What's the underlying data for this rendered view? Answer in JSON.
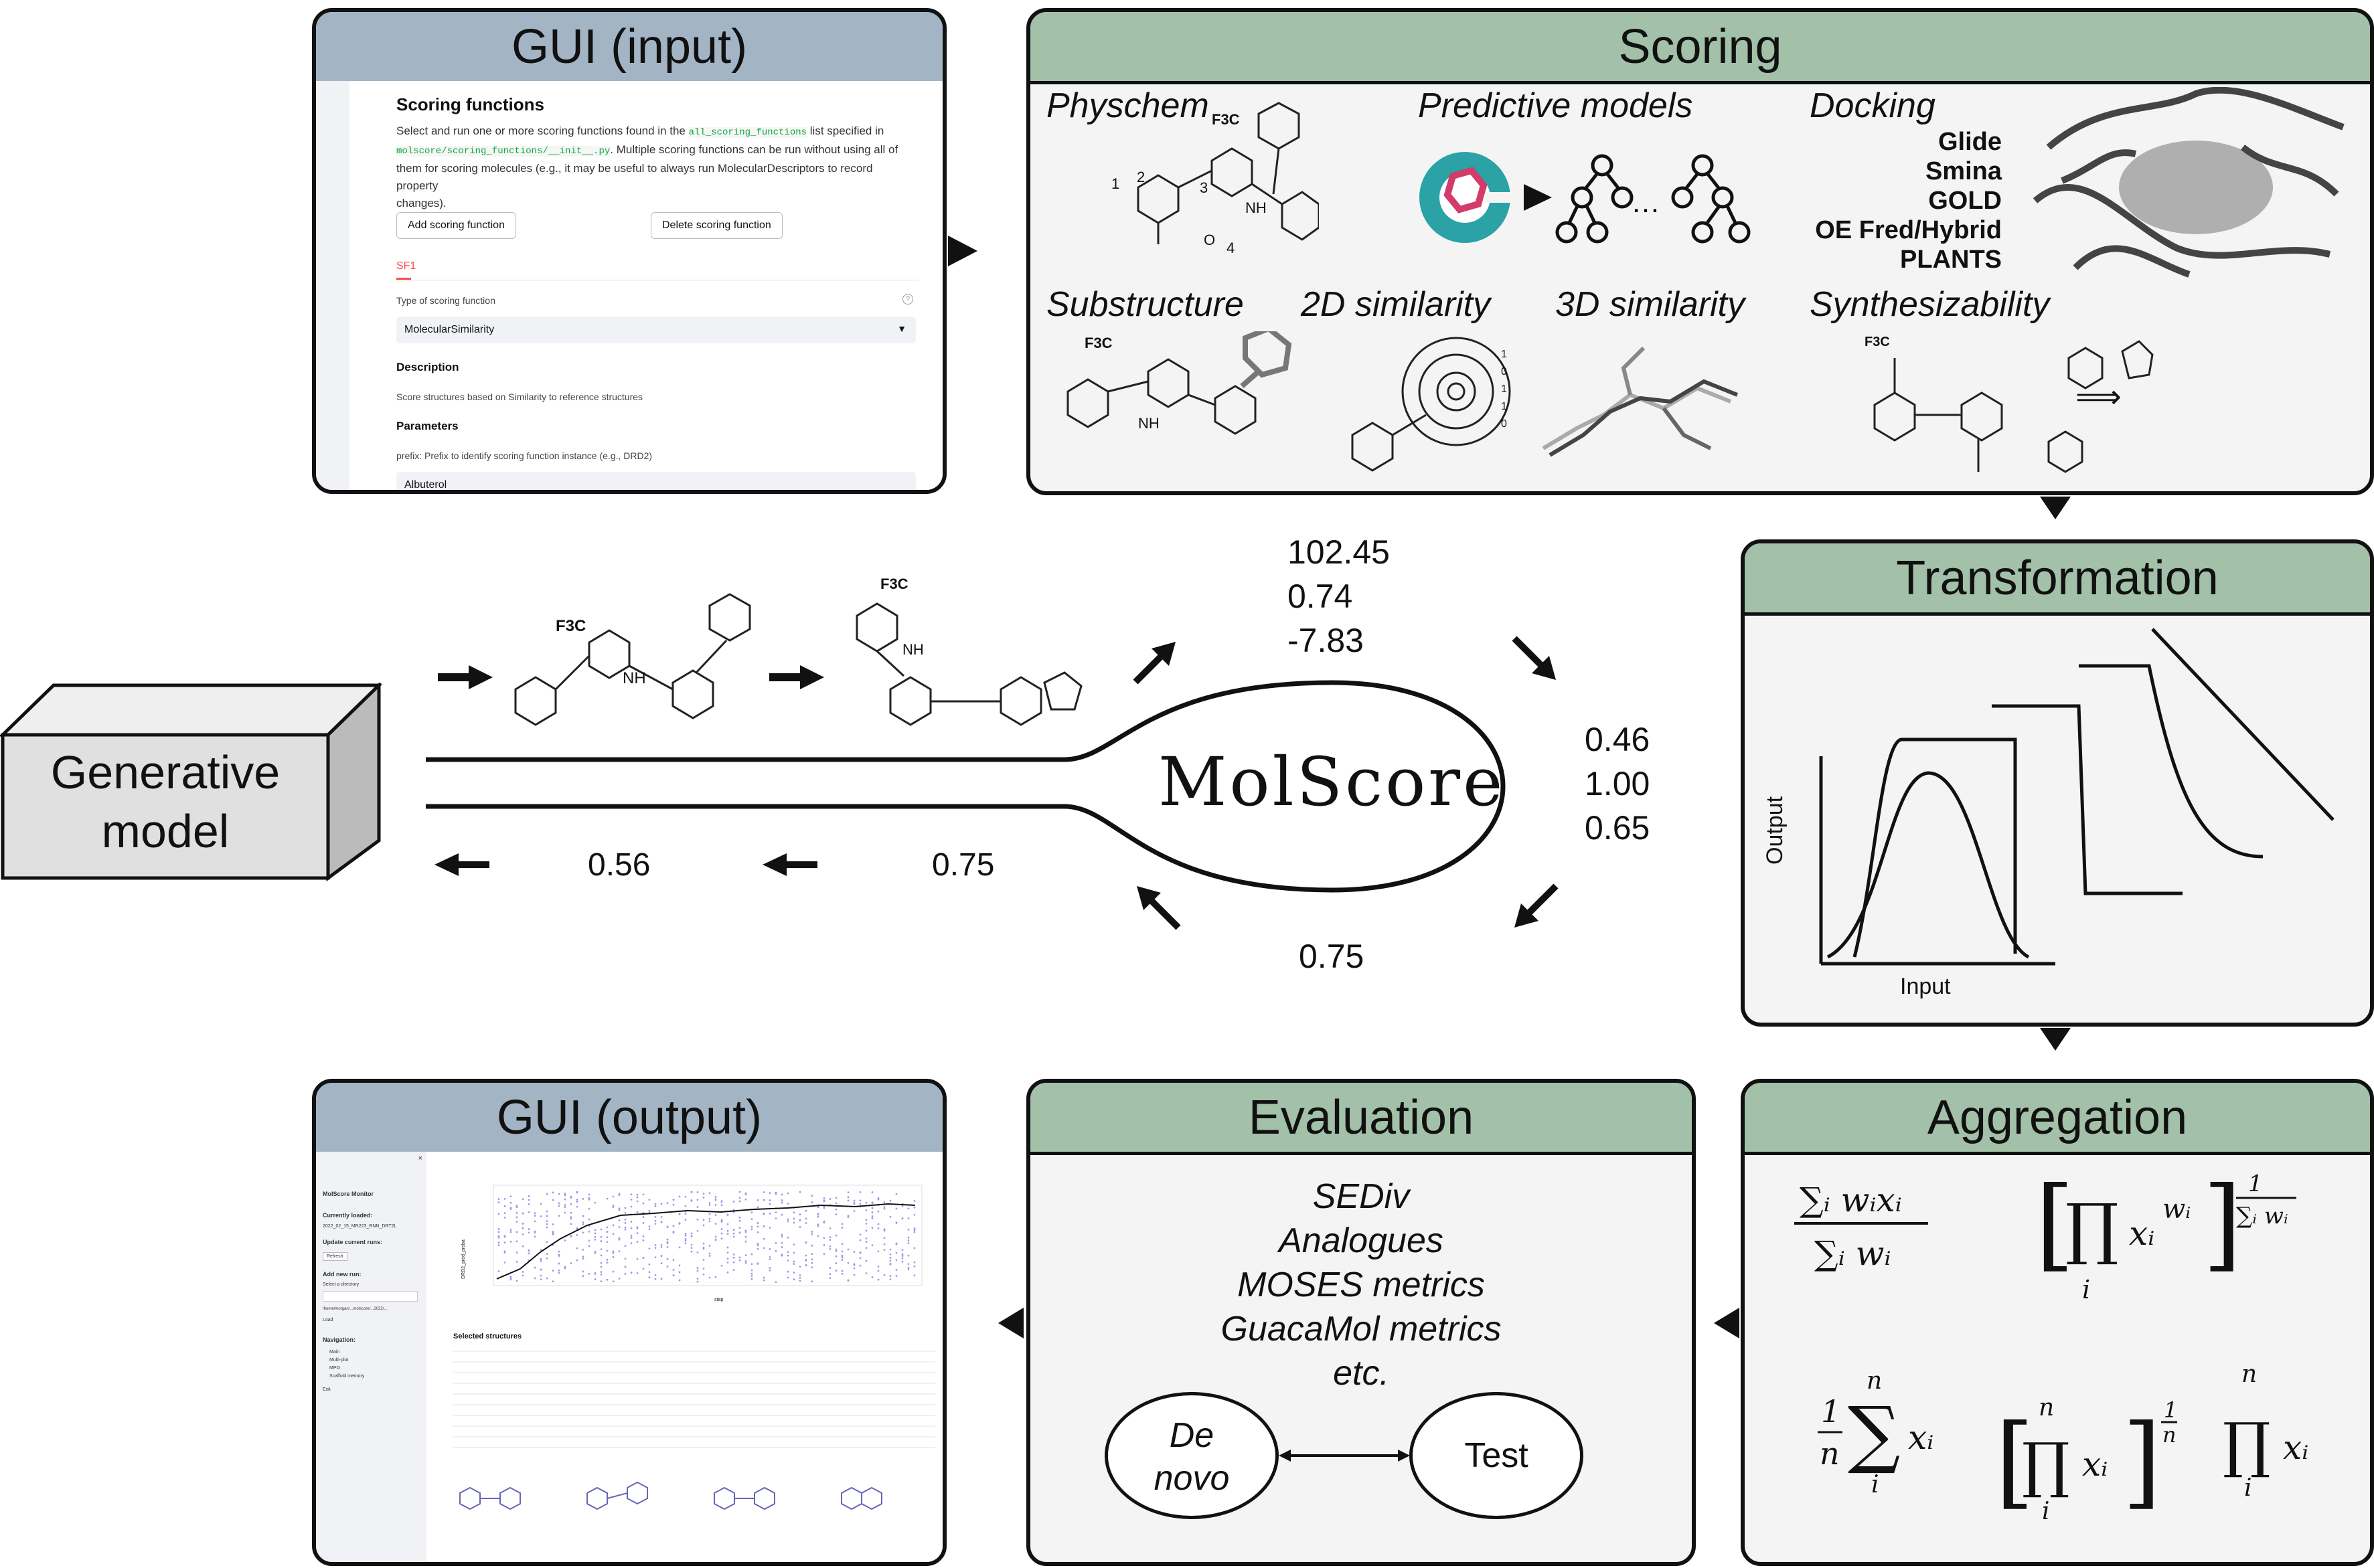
{
  "panels": {
    "gui_input": "GUI (input)",
    "scoring": "Scoring",
    "transformation": "Transformation",
    "aggregation": "Aggregation",
    "evaluation": "Evaluation",
    "gui_output": "GUI (output)"
  },
  "generative_model": {
    "line1": "Generative",
    "line2": "model"
  },
  "molscore": "MolScore",
  "scores_top": [
    "102.45",
    "0.74",
    "-7.83"
  ],
  "scores_right": [
    "0.46",
    "1.00",
    "0.65"
  ],
  "score_bottom": "0.75",
  "scores_pipe": [
    "0.56",
    "0.75"
  ],
  "scoring": {
    "physchem": "Physchem",
    "predictive": "Predictive models",
    "docking": "Docking",
    "docking_tools": [
      "Glide",
      "Smina",
      "GOLD",
      "OE Fred/Hybrid",
      "PLANTS"
    ],
    "substructure": "Substructure",
    "sim2d": "2D similarity",
    "sim3d": "3D similarity",
    "synth": "Synthesizability",
    "mol_labels": {
      "cf3": "F3C",
      "nh": "NH",
      "o": "O",
      "n1": "1",
      "n2": "2",
      "n3": "3",
      "n4": "4"
    },
    "bits": [
      "1",
      "0",
      "1",
      "1",
      "0"
    ]
  },
  "transformation": {
    "xlabel": "Input",
    "ylabel": "Output"
  },
  "evaluation": {
    "items": [
      "SEDiv",
      "Analogues",
      "MOSES metrics",
      "GuacaMol metrics",
      "etc."
    ],
    "de_novo": [
      "De",
      "novo"
    ],
    "test": "Test"
  },
  "gui_input": {
    "title": "Scoring functions",
    "desc_a": "Select and run one or more scoring functions found in the",
    "code1": "all_scoring_functions",
    "desc_b": "list specified in",
    "code2": "molscore/scoring_functions/__init__.py",
    "desc_c": ". Multiple scoring functions can be run without using all of",
    "desc_d": "them for scoring molecules (e.g., it may be useful to always run MolecularDescriptors to record property",
    "desc_e": "changes).",
    "add_btn": "Add scoring function",
    "del_btn": "Delete scoring function",
    "tab": "SF1",
    "type_label": "Type of scoring function",
    "type_value": "MolecularSimilarity",
    "desc_label": "Description",
    "desc_value": "Score structures based on Similarity to reference structures",
    "params_label": "Parameters",
    "prefix_label": "prefix: Prefix to identify scoring function instance (e.g., DRD2)",
    "prefix_value": "Albuterol"
  },
  "gui_output": {
    "app": "MolScore Monitor",
    "currently": "Currently loaded:",
    "run": "2022_02_15_MR223_RNN_DRT2L",
    "update": "Update current runs:",
    "refresh": "Refresh",
    "add_run": "Add new run:",
    "select_dir": "Select a directory",
    "path": "/home/morgan/...molscore/...2022/...",
    "load": "Load",
    "nav": "Navigation:",
    "nav_opts": [
      "Main",
      "Multi-plot",
      "MPO",
      "Scaffold memory"
    ],
    "exit": "Exit",
    "selected": "Selected structures",
    "ylabel": "DRD2_pred_proba",
    "xlabel": "step"
  },
  "colors": {
    "blue_header": "#a3b5c5",
    "green_header": "#a2c1a8",
    "panel_body": "#f3f4f3",
    "gen_box": "#e0e0e0",
    "logo_teal": "#2aa2a6",
    "logo_pink": "#d23b6a"
  }
}
